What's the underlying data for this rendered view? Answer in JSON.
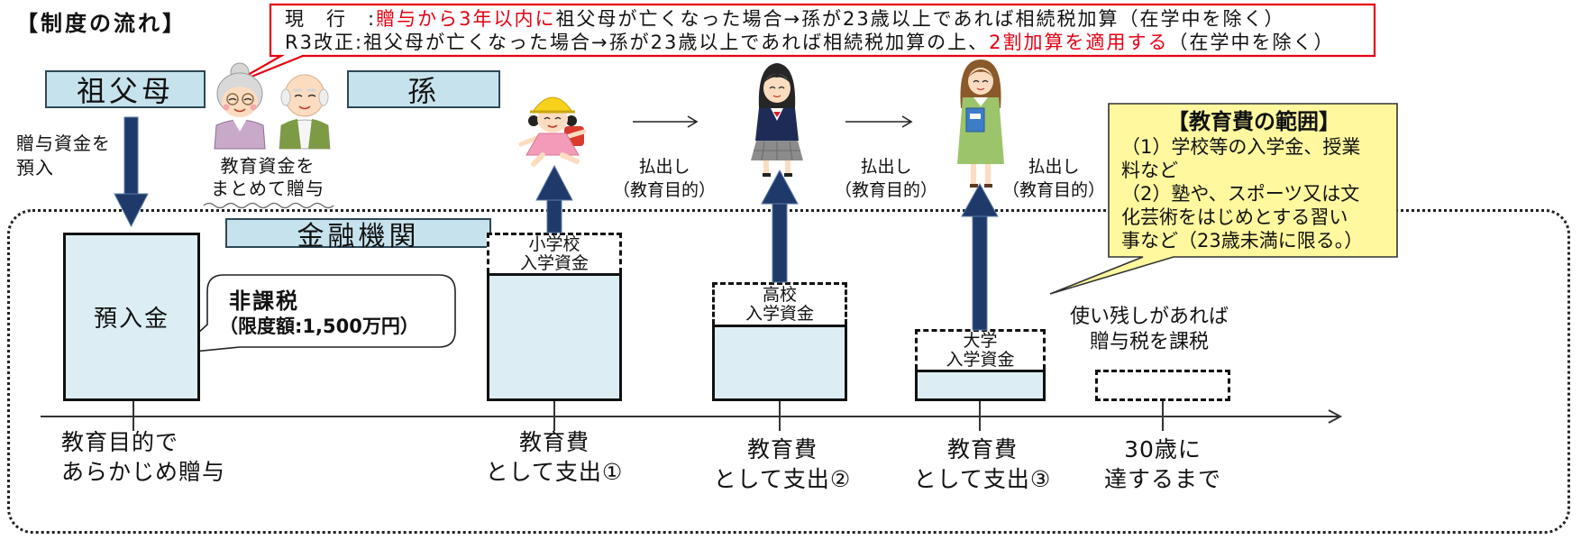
{
  "title": "【制度の流れ】",
  "notice": {
    "current_label": "現　行　:",
    "current_highlight": "贈与から3年以内に",
    "current_text": "祖父母が亡くなった場合→孫が23歳以上であれば相続税加算（在学中を除く）",
    "revised_label": "R3改正:",
    "revised_text": "祖父母が亡くなった場合→孫が23歳以上であれば相続税加算の上、",
    "revised_highlight": "2割加算を適用する",
    "revised_suffix": "（在学中を除く）"
  },
  "grandparents": "祖父母",
  "grandchild": "孫",
  "deposit_note": {
    "line1": "贈与資金を",
    "line2": "預入"
  },
  "gift_note": {
    "line1": "教育資金を",
    "line2": "まとめて贈与"
  },
  "withdrawals": [
    {
      "line1": "払出し",
      "line2": "（教育目的）"
    },
    {
      "line1": "払出し",
      "line2": "（教育目的）"
    },
    {
      "line1": "払出し",
      "line2": "（教育目的）"
    }
  ],
  "institution": "金融機関",
  "deposit_box": "預入金",
  "tax_bubble": {
    "title": "非課税",
    "limit": "（限度額:1,500万円）"
  },
  "stages": [
    {
      "fund_line1": "小学校",
      "fund_line2": "入学資金",
      "label_line1": "教育費",
      "label_line2": "として支出①"
    },
    {
      "fund_line1": "高校",
      "fund_line2": "入学資金",
      "label_line1": "教育費",
      "label_line2": "として支出②"
    },
    {
      "fund_line1": "大学",
      "fund_line2": "入学資金",
      "label_line1": "教育費",
      "label_line2": "として支出③"
    }
  ],
  "start_label": {
    "line1": "教育目的で",
    "line2": "あらかじめ贈与"
  },
  "remainder_note": {
    "line1": "使い残しがあれば",
    "line2": "贈与税を課税"
  },
  "end_label": {
    "line1": "30歳に",
    "line2": "達するまで"
  },
  "scope_box": {
    "title": "【教育費の範囲】",
    "lines": [
      "（1）学校等の入学金、授業",
      "料など",
      "（2）塾や、スポーツ又は文",
      "化芸術をはじめとする習い",
      "事など（23歳未満に限る。）"
    ]
  },
  "colors": {
    "label_fill": "#c6e2ec",
    "box_fill": "#dcedf3",
    "arrow": "#1f3a6a",
    "highlight_red": "#e60012",
    "scope_fill": "#fff89e"
  }
}
